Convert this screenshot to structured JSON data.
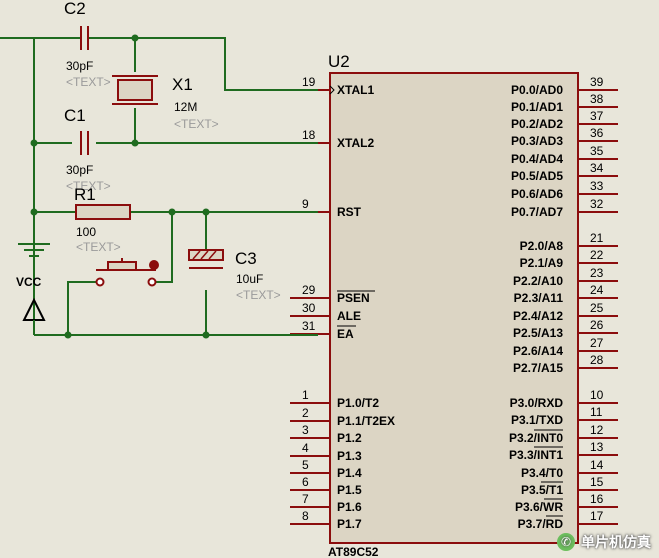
{
  "chip": {
    "ref": "U2",
    "part": "AT89C52",
    "left_pins": [
      {
        "num": "19",
        "name": "XTAL1"
      },
      {
        "num": "18",
        "name": "XTAL2"
      },
      {
        "num": "9",
        "name": "RST"
      },
      {
        "num": "29",
        "name": "PSEN"
      },
      {
        "num": "30",
        "name": "ALE"
      },
      {
        "num": "31",
        "name": "EA"
      },
      {
        "num": "1",
        "name": "P1.0/T2"
      },
      {
        "num": "2",
        "name": "P1.1/T2EX"
      },
      {
        "num": "3",
        "name": "P1.2"
      },
      {
        "num": "4",
        "name": "P1.3"
      },
      {
        "num": "5",
        "name": "P1.4"
      },
      {
        "num": "6",
        "name": "P1.5"
      },
      {
        "num": "7",
        "name": "P1.6"
      },
      {
        "num": "8",
        "name": "P1.7"
      }
    ],
    "right_pins": [
      {
        "num": "39",
        "name": "P0.0/AD0"
      },
      {
        "num": "38",
        "name": "P0.1/AD1"
      },
      {
        "num": "37",
        "name": "P0.2/AD2"
      },
      {
        "num": "36",
        "name": "P0.3/AD3"
      },
      {
        "num": "35",
        "name": "P0.4/AD4"
      },
      {
        "num": "34",
        "name": "P0.5/AD5"
      },
      {
        "num": "33",
        "name": "P0.6/AD6"
      },
      {
        "num": "32",
        "name": "P0.7/AD7"
      },
      {
        "num": "21",
        "name": "P2.0/A8"
      },
      {
        "num": "22",
        "name": "P2.1/A9"
      },
      {
        "num": "23",
        "name": "P2.2/A10"
      },
      {
        "num": "24",
        "name": "P2.3/A11"
      },
      {
        "num": "25",
        "name": "P2.4/A12"
      },
      {
        "num": "26",
        "name": "P2.5/A13"
      },
      {
        "num": "27",
        "name": "P2.6/A14"
      },
      {
        "num": "28",
        "name": "P2.7/A15"
      },
      {
        "num": "10",
        "name": "P3.0/RXD"
      },
      {
        "num": "11",
        "name": "P3.1/TXD"
      },
      {
        "num": "12",
        "name": "P3.2/INT0"
      },
      {
        "num": "13",
        "name": "P3.3/INT1"
      },
      {
        "num": "14",
        "name": "P3.4/T0"
      },
      {
        "num": "15",
        "name": "P3.5/T1"
      },
      {
        "num": "16",
        "name": "P3.6/WR"
      },
      {
        "num": "17",
        "name": "P3.7/RD"
      }
    ]
  },
  "components": {
    "c2": {
      "ref": "C2",
      "value": "30pF",
      "text": "<TEXT>"
    },
    "c1": {
      "ref": "C1",
      "value": "30pF",
      "text": "<TEXT>"
    },
    "x1": {
      "ref": "X1",
      "value": "12M",
      "text": "<TEXT>"
    },
    "r1": {
      "ref": "R1",
      "value": "100",
      "text": "<TEXT>"
    },
    "c3": {
      "ref": "C3",
      "value": "10uF",
      "text": "<TEXT>"
    },
    "vcc": {
      "label": "VCC"
    }
  },
  "watermark": {
    "text": "单片机仿真",
    "icon": "wechat-icon"
  }
}
